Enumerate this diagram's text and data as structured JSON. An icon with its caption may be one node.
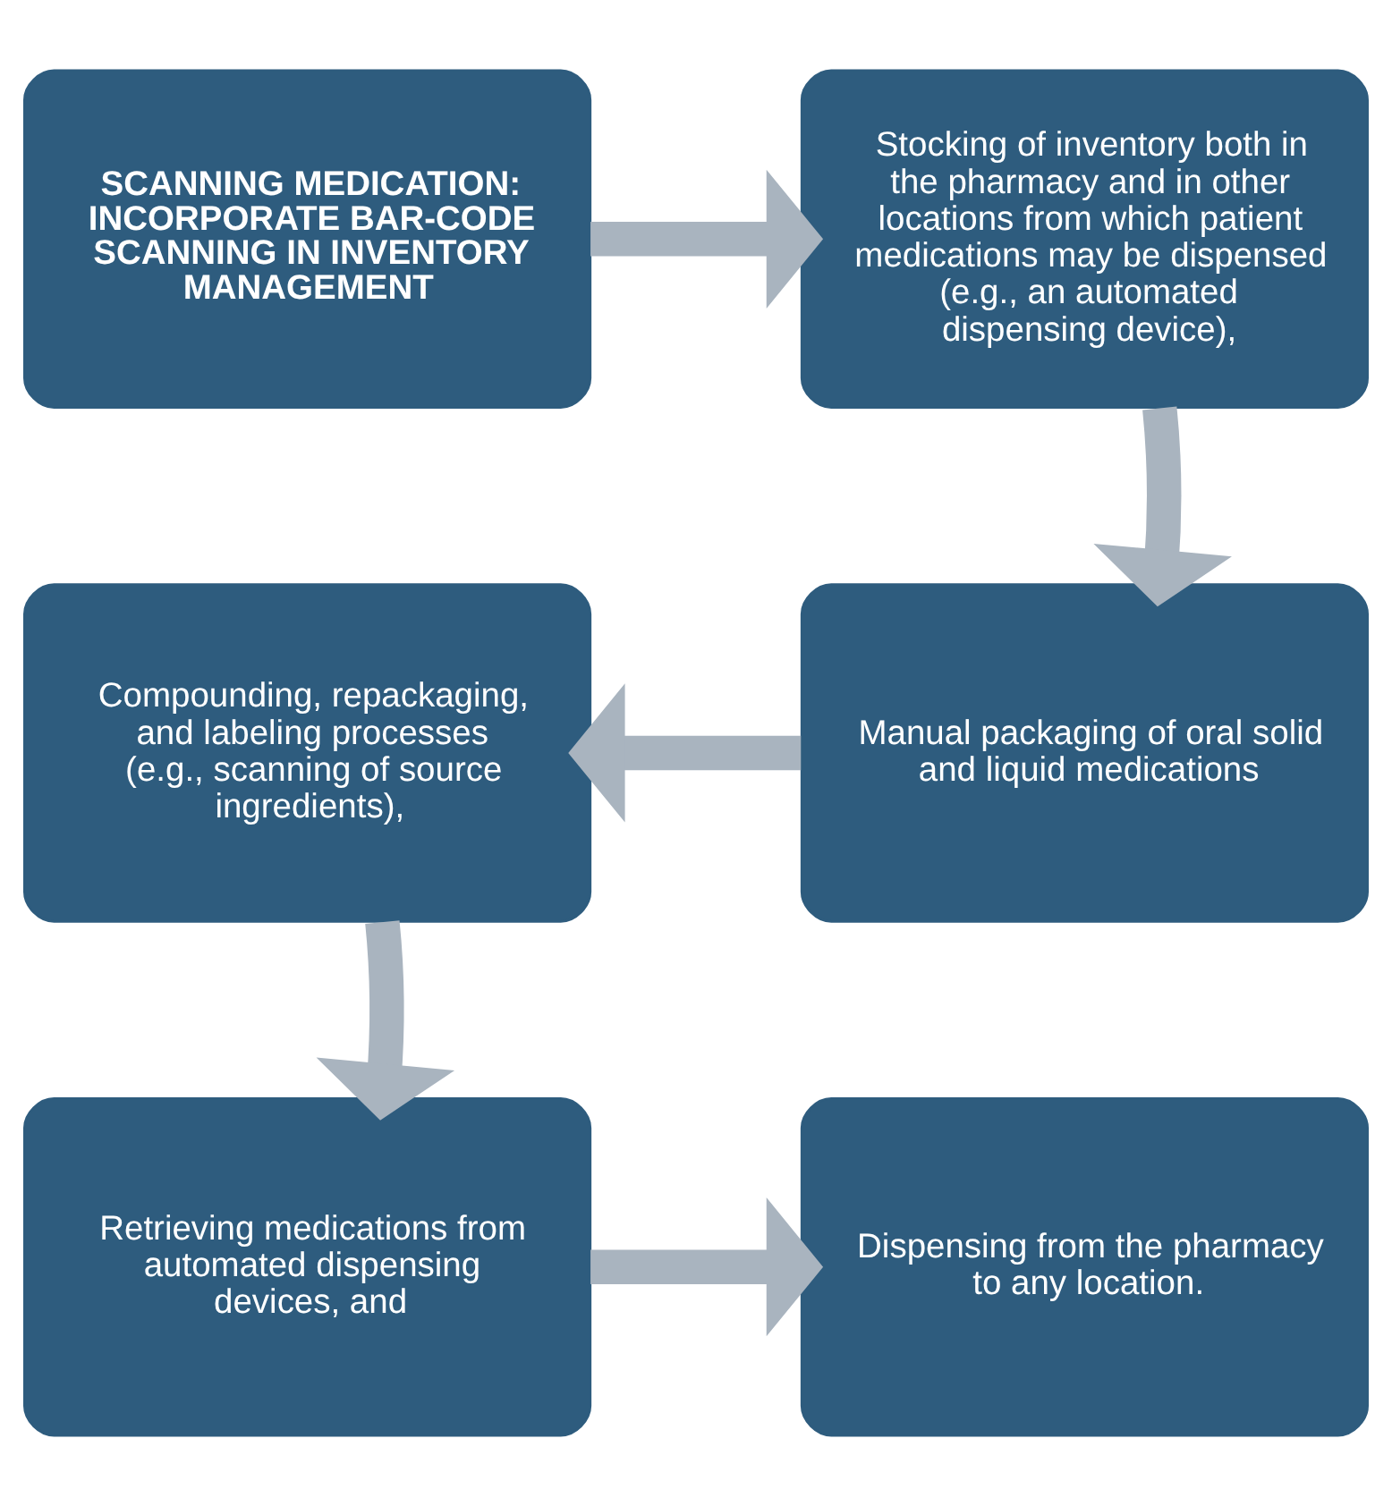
{
  "diagram": {
    "nodes": [
      {
        "text": [
          "SCANNING MEDICATION: INCORPORATE BAR-CODE SCANNING IN INVENTORY MANAGEMENT"
        ]
      },
      {
        "text": [
          "Stocking of inventory both in the pharmacy and in other locations from which patient medications may be dispensed (e.g., an automated dispensing device),"
        ]
      },
      {
        "text": [
          "Manual packaging of oral solid and liquid medications"
        ]
      },
      {
        "text": [
          "Compounding, repackaging, and labeling processes (e.g., scanning of source ingredients),"
        ]
      },
      {
        "text": [
          "Retrieving medications from automated dispensing devices, and"
        ]
      },
      {
        "text": [
          "Dispensing from the pharmacy to any location."
        ]
      }
    ],
    "edges": [
      {
        "from": 0,
        "to": 1,
        "arrow": "to"
      },
      {
        "from": 1,
        "to": 2,
        "arrow": "to"
      },
      {
        "from": 2,
        "to": 3,
        "arrow": "to"
      },
      {
        "from": 3,
        "to": 4,
        "arrow": "to"
      },
      {
        "from": 4,
        "to": 5,
        "arrow": "to"
      }
    ]
  }
}
